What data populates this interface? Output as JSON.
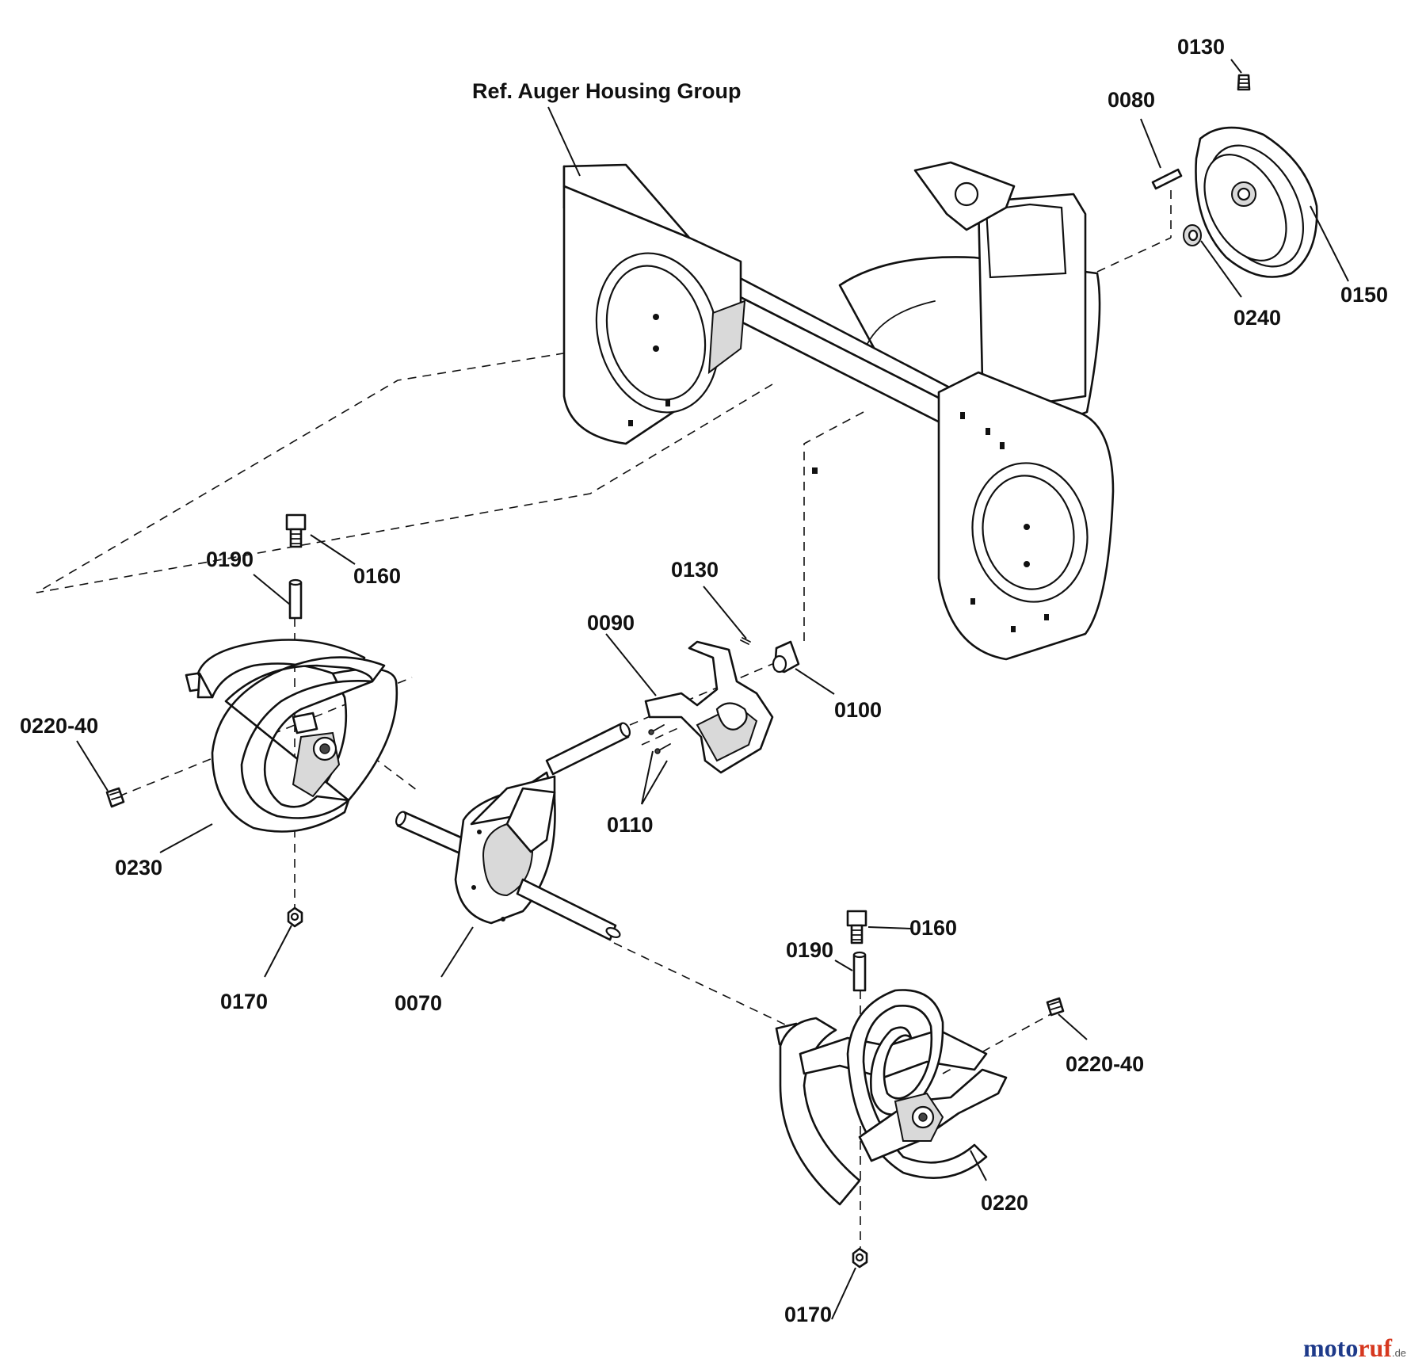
{
  "reference": "Ref. Auger Housing Group",
  "callouts": {
    "top_bolt": "0130",
    "key": "0080",
    "pulley": "0150",
    "bearing": "0240",
    "left_bolt": "0160",
    "left_spacer": "0190",
    "left_plug": "0220-40",
    "left_auger": "0230",
    "left_nut": "0170",
    "gearbox": "0070",
    "mid_bolt": "0130",
    "bracket": "0090",
    "bushing": "0100",
    "screws": "0110",
    "right_bolt": "0160",
    "right_spacer": "0190",
    "right_plug": "0220-40",
    "right_auger": "0220",
    "right_nut": "0170"
  },
  "watermark": {
    "moto": "moto",
    "ruf": "ruf",
    "tld": ".de"
  }
}
